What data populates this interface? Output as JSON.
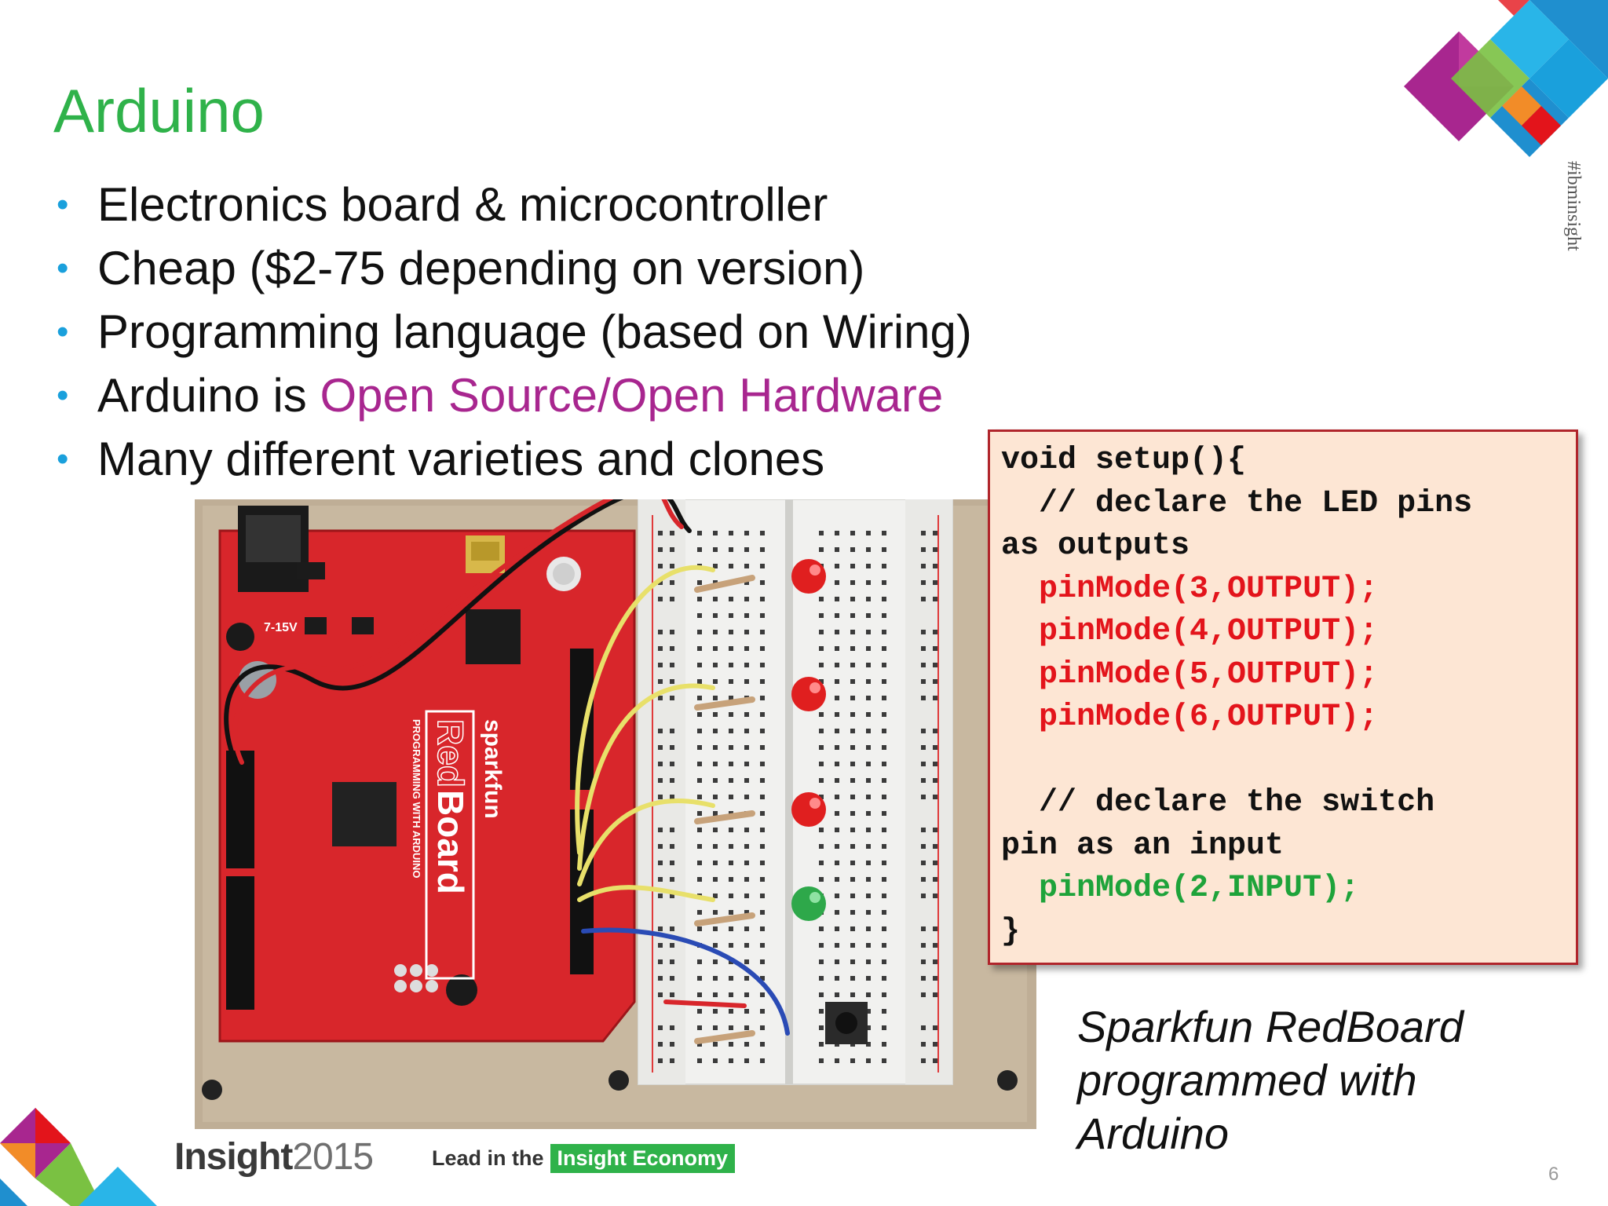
{
  "slide": {
    "title": "Arduino",
    "hashtag": "#ibminsight",
    "bullets": [
      {
        "text": "Electronics board & microcontroller"
      },
      {
        "text": "Cheap ($2-75 depending on version)"
      },
      {
        "text": "Programming language (based on Wiring)"
      },
      {
        "prefix": "Arduino is ",
        "accent": "Open Source/Open Hardware"
      },
      {
        "text": "Many different varieties and clones"
      }
    ],
    "bullet_glyph": "•",
    "code": {
      "lines": [
        {
          "text": "void setup(){",
          "color": "default"
        },
        {
          "text": "  // declare the LED pins",
          "color": "default"
        },
        {
          "text": "as outputs",
          "color": "default"
        },
        {
          "text": "  pinMode(3,OUTPUT);",
          "color": "red"
        },
        {
          "text": "  pinMode(4,OUTPUT);",
          "color": "red"
        },
        {
          "text": "  pinMode(5,OUTPUT);",
          "color": "red"
        },
        {
          "text": "  pinMode(6,OUTPUT);",
          "color": "red"
        },
        {
          "text": "",
          "color": "default"
        },
        {
          "text": "  // declare the switch",
          "color": "default"
        },
        {
          "text": "pin as an input",
          "color": "default"
        },
        {
          "text": "  pinMode(2,INPUT);",
          "color": "green"
        },
        {
          "text": "}",
          "color": "default"
        }
      ]
    },
    "caption": [
      "Sparkfun RedBoard",
      "programmed with",
      "Arduino"
    ],
    "footer": {
      "logo_word": "Insight",
      "logo_year": "2015",
      "tag_prefix": "Lead in the",
      "tag_highlight": "Insight Economy"
    },
    "page_number": "6",
    "board_labels": {
      "brand": "sparkfun",
      "name_red": "Red",
      "name_board": "Board",
      "sub": "PROGRAMMING WITH ARDUINO",
      "voltage": "7-15V"
    },
    "colors": {
      "title": "#2fb24a",
      "bullet": "#1aa0dc",
      "accent": "#a8268f",
      "code_bg": "#fde6d4",
      "code_border": "#b0252b",
      "code_red": "#e3141b",
      "code_green": "#1ea33a",
      "footer_green": "#2fb24a"
    }
  }
}
